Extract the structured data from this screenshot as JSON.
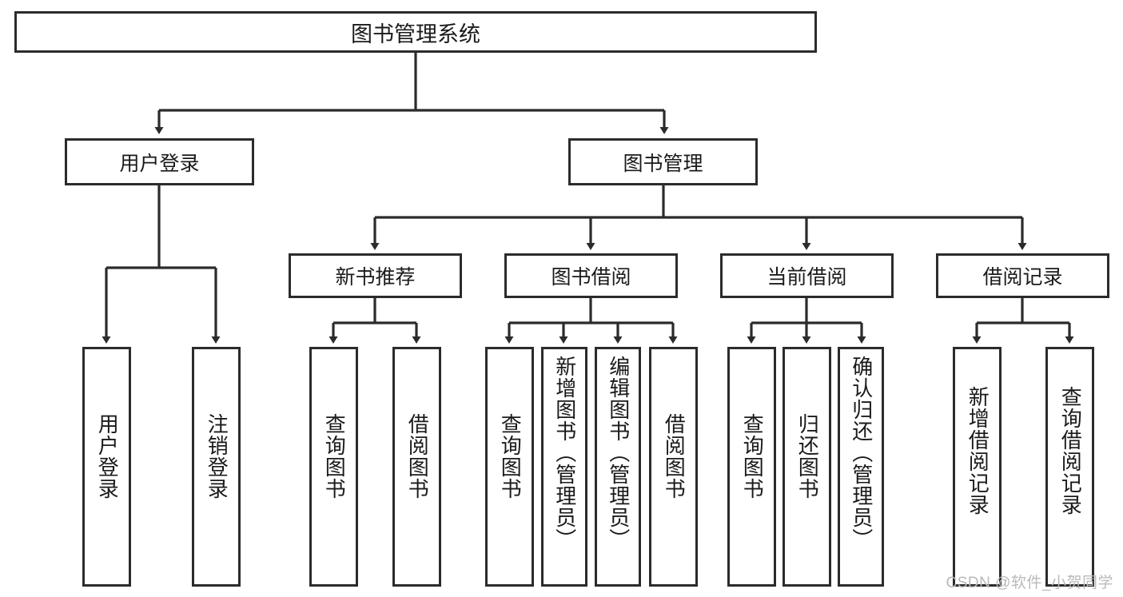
{
  "diagram": {
    "title": "图书管理系统",
    "type": "hierarchy-block-diagram",
    "root": {
      "label": "图书管理系统"
    },
    "level2": [
      {
        "label": "用户登录"
      },
      {
        "label": "图书管理"
      }
    ],
    "level3": [
      {
        "label": "新书推荐"
      },
      {
        "label": "图书借阅"
      },
      {
        "label": "当前借阅"
      },
      {
        "label": "借阅记录"
      }
    ],
    "leaves": {
      "user_login": [
        {
          "label": "用户登录"
        },
        {
          "label": "注销登录"
        }
      ],
      "new_book_recommend": [
        {
          "label": "查询图书"
        },
        {
          "label": "借阅图书"
        }
      ],
      "book_borrow": [
        {
          "label": "查询图书"
        },
        {
          "label": "新增图书（管理员）"
        },
        {
          "label": "编辑图书（管理员）"
        },
        {
          "label": "借阅图书"
        }
      ],
      "current_borrow": [
        {
          "label": "查询图书"
        },
        {
          "label": "归还图书"
        },
        {
          "label": "确认归还（管理员）"
        }
      ],
      "borrow_record": [
        {
          "label": "新增借阅记录"
        },
        {
          "label": "查询借阅记录"
        }
      ]
    }
  },
  "watermark": {
    "text": "CSDN @软件_小贺同学"
  },
  "colors": {
    "stroke": "#2b2b2b",
    "background": "#ffffff",
    "text": "#1a1a1a",
    "watermark": "#b9b9b9"
  }
}
